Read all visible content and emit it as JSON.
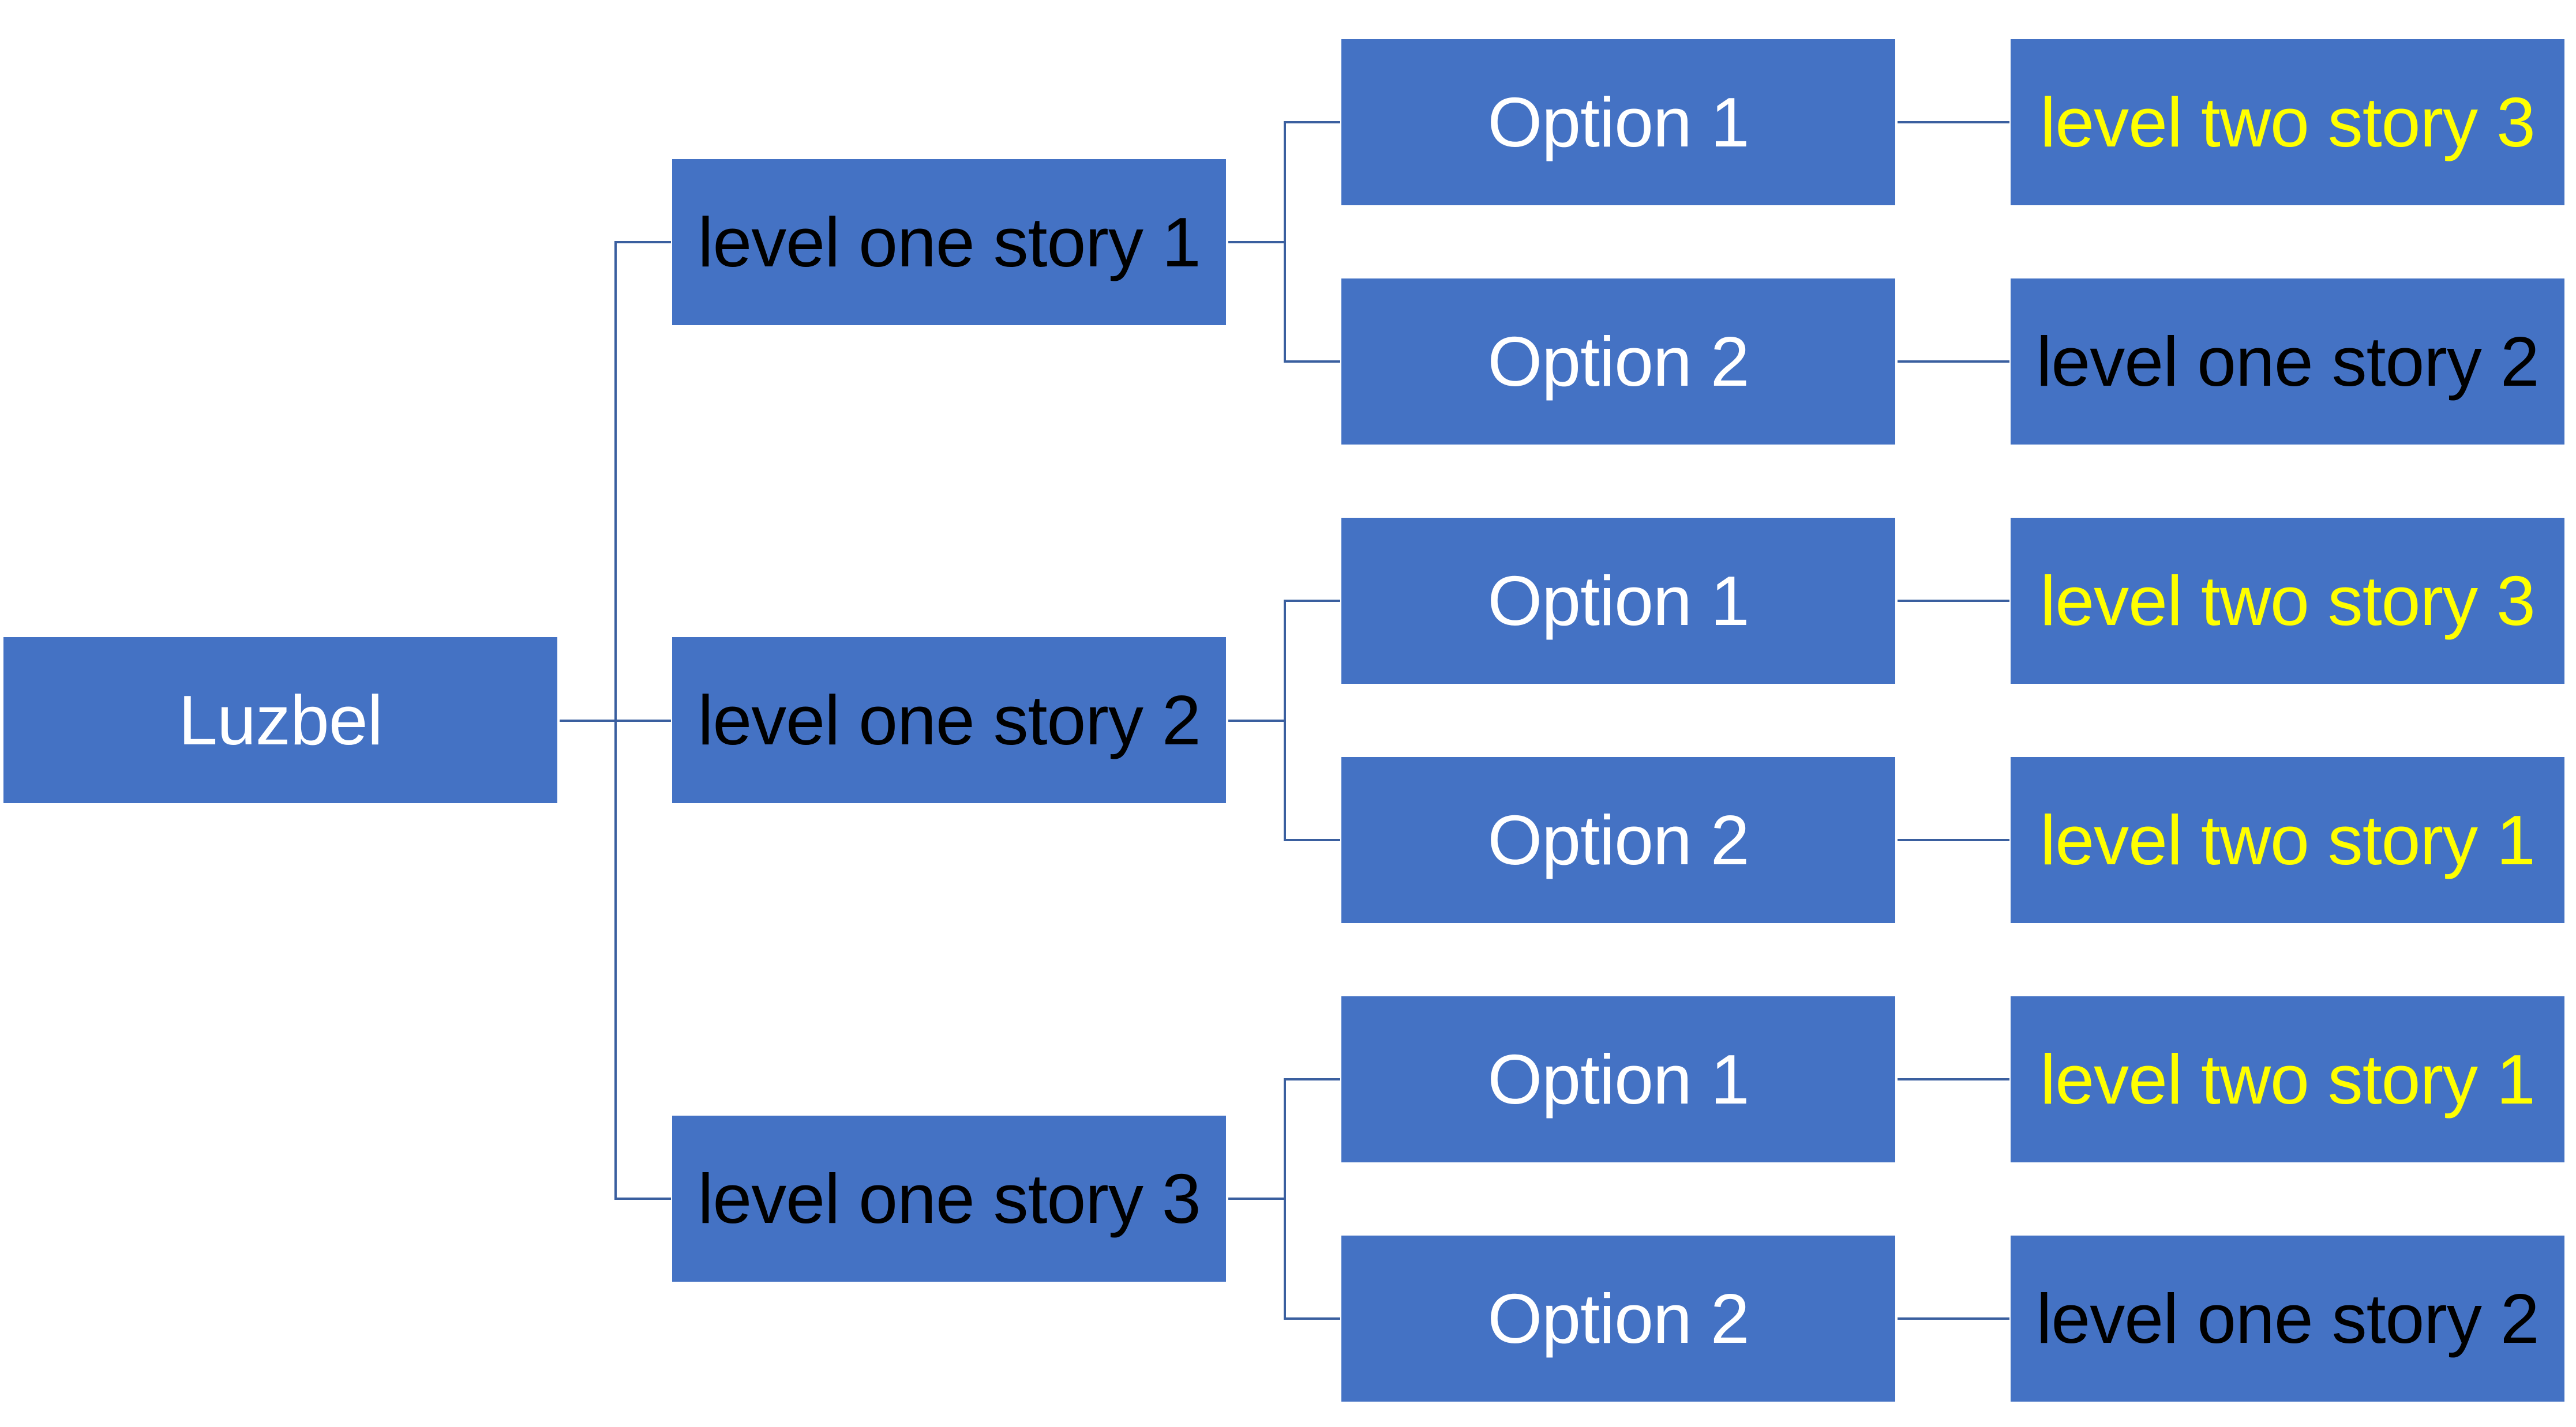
{
  "root": {
    "label": "Luzbel",
    "text_color": "#ffffff"
  },
  "branches": [
    {
      "label": "level one story 1",
      "text_color": "#000000",
      "options": [
        {
          "label": "Option 1",
          "text_color": "#ffffff",
          "result": {
            "label": "level two story 3",
            "text_color": "#ffff00"
          }
        },
        {
          "label": "Option 2",
          "text_color": "#ffffff",
          "result": {
            "label": "level one story 2",
            "text_color": "#000000"
          }
        }
      ]
    },
    {
      "label": "level one story 2",
      "text_color": "#000000",
      "options": [
        {
          "label": "Option 1",
          "text_color": "#ffffff",
          "result": {
            "label": "level two story 3",
            "text_color": "#ffff00"
          }
        },
        {
          "label": "Option 2",
          "text_color": "#ffffff",
          "result": {
            "label": "level two story 1",
            "text_color": "#ffff00"
          }
        }
      ]
    },
    {
      "label": "level one story 3",
      "text_color": "#000000",
      "options": [
        {
          "label": "Option 1",
          "text_color": "#ffffff",
          "result": {
            "label": "level two story 1",
            "text_color": "#ffff00"
          }
        },
        {
          "label": "Option 2",
          "text_color": "#ffffff",
          "result": {
            "label": "level one story 2",
            "text_color": "#000000"
          }
        }
      ]
    }
  ],
  "colors": {
    "box_fill": "#4472c4",
    "connector": "#3a5f9f",
    "background": "#ffffff"
  }
}
